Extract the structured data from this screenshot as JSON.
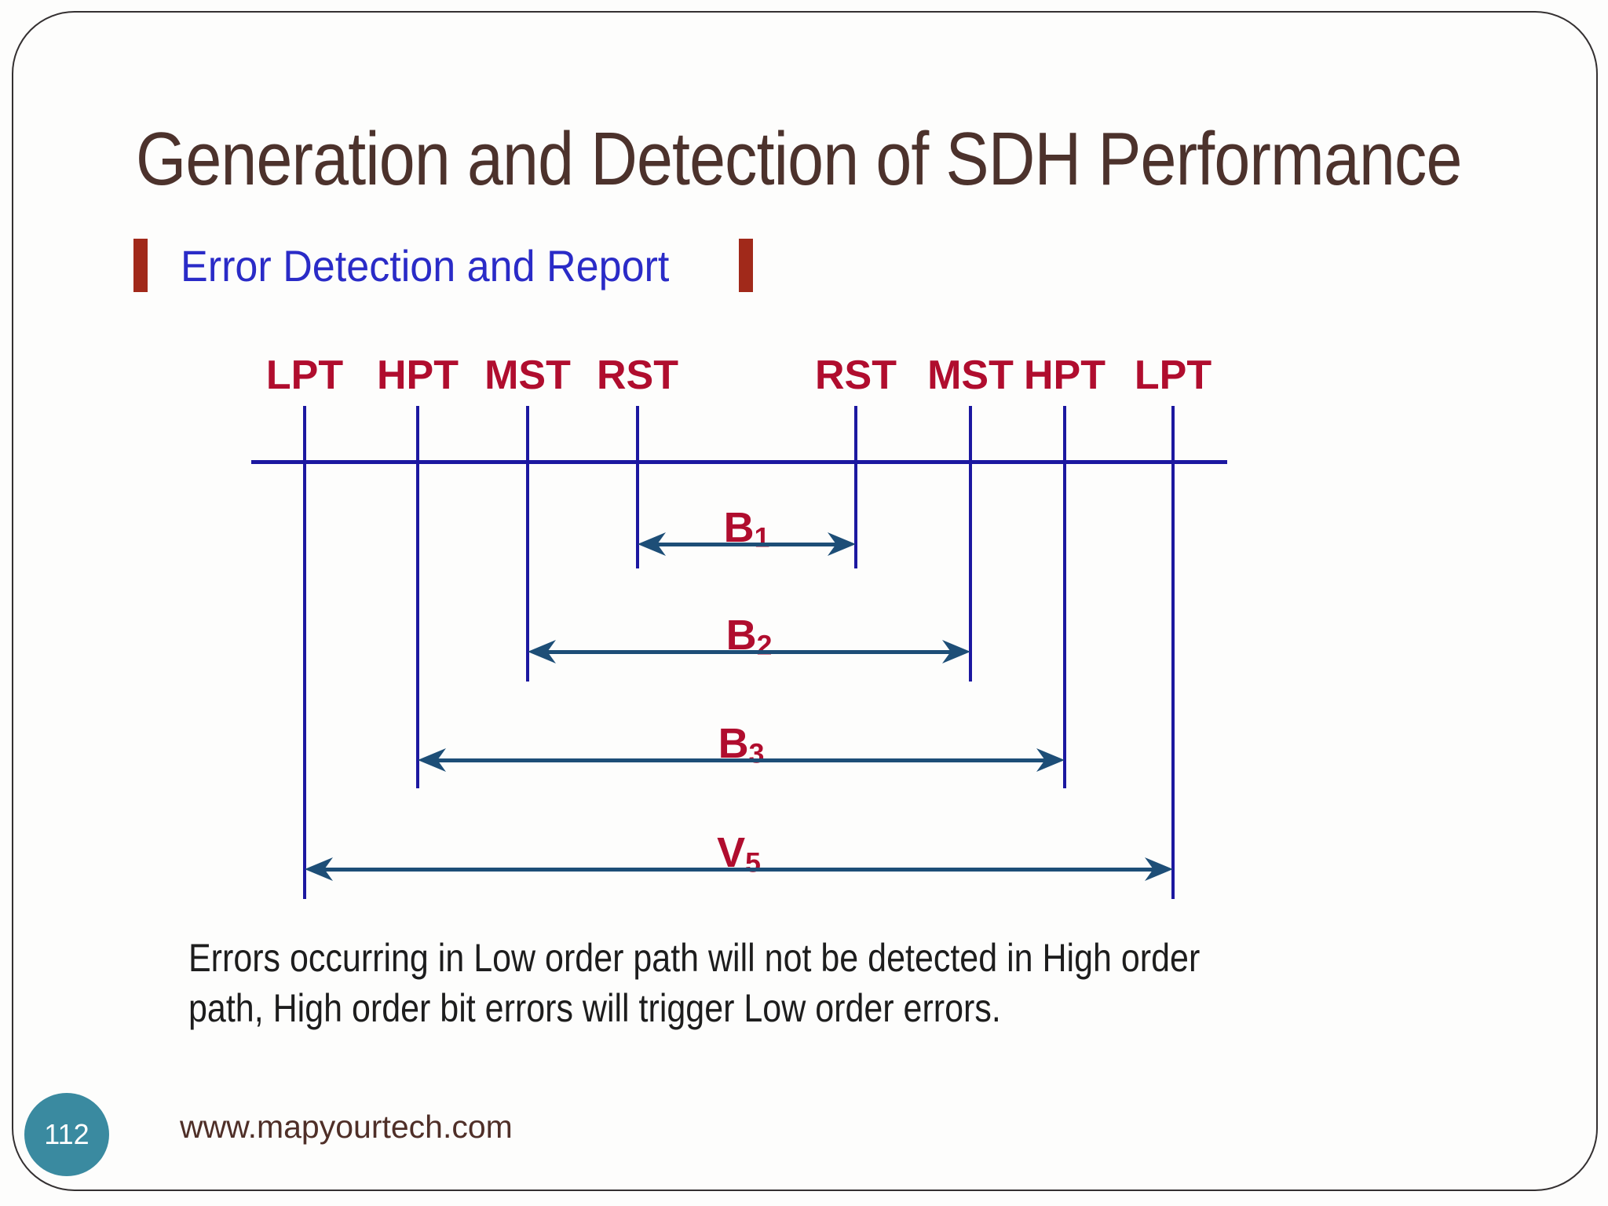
{
  "slide": {
    "title": "Generation and Detection of SDH Performance",
    "subtitle": "Error Detection and Report",
    "note_line1": "Errors occurring in Low order path will not be detected in High order",
    "note_line2": "path, High order bit errors will trigger Low order errors.",
    "page_number": "112",
    "footer_url": "www.mapyourtech.com"
  },
  "diagram": {
    "nodes": [
      {
        "label": "LPT"
      },
      {
        "label": "HPT"
      },
      {
        "label": "MST"
      },
      {
        "label": "RST"
      },
      {
        "label": "RST"
      },
      {
        "label": "MST"
      },
      {
        "label": "HPT"
      },
      {
        "label": "LPT"
      }
    ],
    "spans": [
      {
        "main": "B",
        "sub": "1"
      },
      {
        "main": "B",
        "sub": "2"
      },
      {
        "main": "B",
        "sub": "3"
      },
      {
        "main": "V",
        "sub": "5"
      }
    ]
  },
  "colors": {
    "title_brown": "#4c322c",
    "subtitle_blue": "#2a2bc7",
    "bar_red": "#a1291a",
    "label_crimson": "#b00d2e",
    "line_navy": "#1c18a0",
    "arrow_steel": "#1d4e77",
    "note_black": "#1d1d1d",
    "circle_teal": "#3a8aa0",
    "url_maroon": "#4f2f28",
    "frame_gray": "#343031"
  }
}
